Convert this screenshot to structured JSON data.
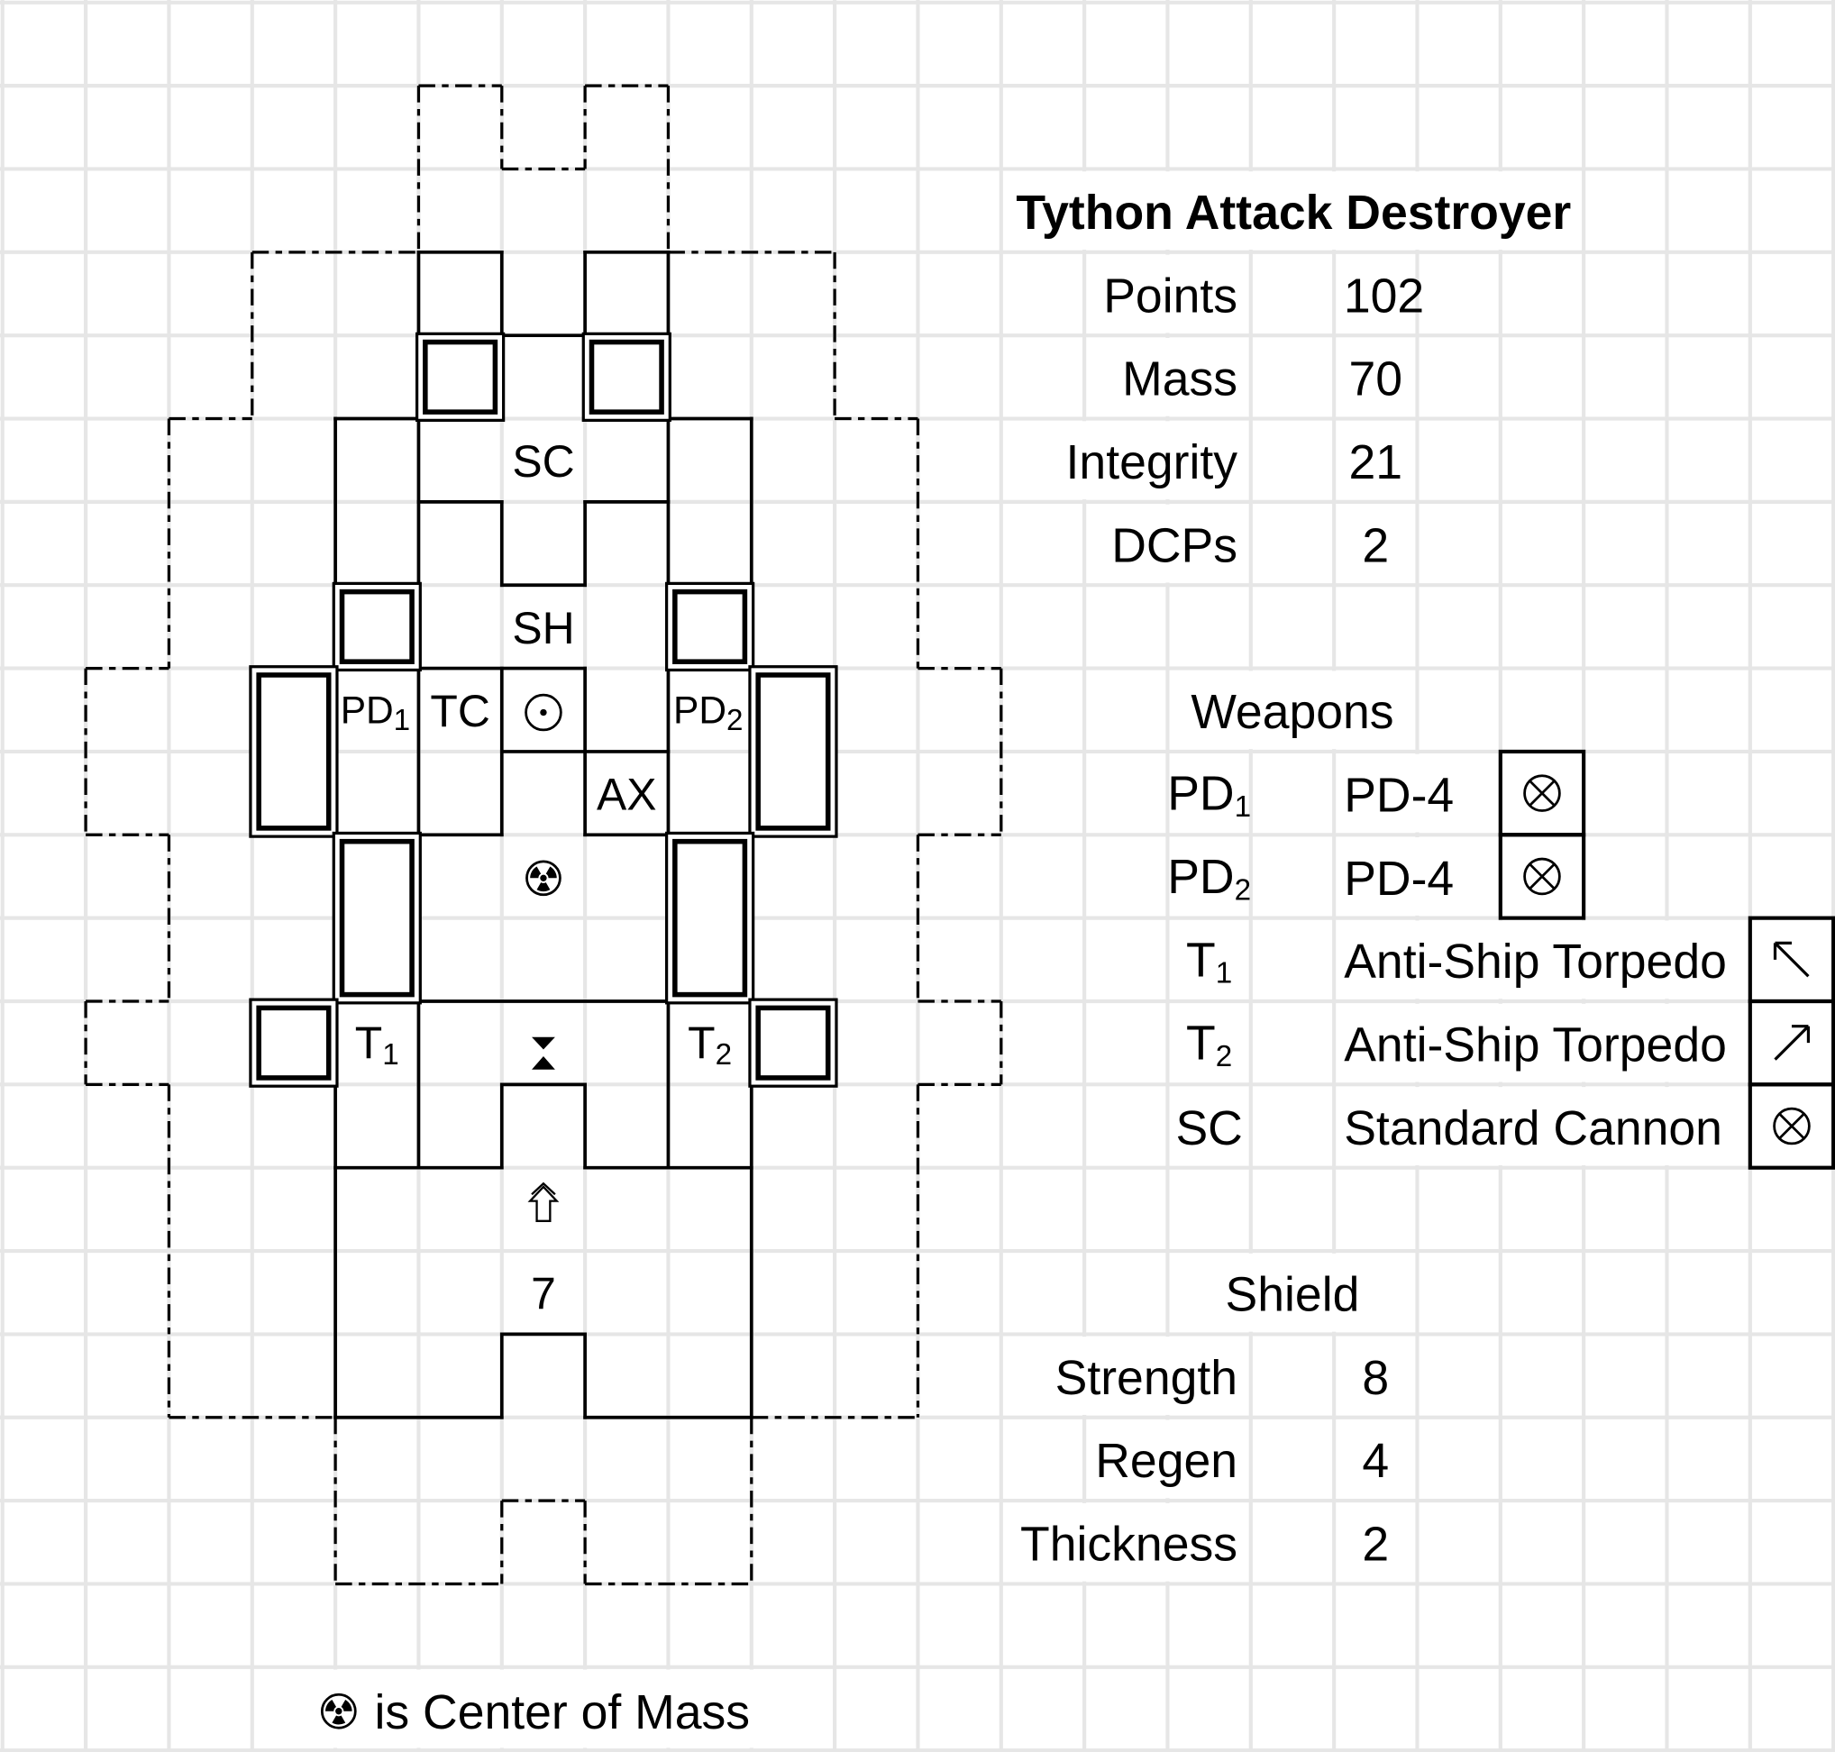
{
  "ship": {
    "name": "Tython Attack Destroyer"
  },
  "stats": [
    {
      "label": "Points",
      "value": "102"
    },
    {
      "label": "Mass",
      "value": "70"
    },
    {
      "label": "Integrity",
      "value": "21"
    },
    {
      "label": "DCPs",
      "value": "2"
    }
  ],
  "weapons_section": {
    "header": "Weapons",
    "rows": [
      {
        "id": "PD",
        "sub": "1",
        "name": "PD-4",
        "arc_icon": "circled-x-icon"
      },
      {
        "id": "PD",
        "sub": "2",
        "name": "PD-4",
        "arc_icon": "circled-x-icon"
      },
      {
        "id": "T",
        "sub": "1",
        "name": "Anti-Ship Torpedo",
        "arc_icon": "arrow-up-left-icon"
      },
      {
        "id": "T",
        "sub": "2",
        "name": "Anti-Ship Torpedo",
        "arc_icon": "arrow-up-right-icon"
      },
      {
        "id": "SC",
        "sub": "",
        "name": "Standard Cannon",
        "arc_icon": "circled-x-icon"
      }
    ]
  },
  "shield": {
    "header": "Shield",
    "rows": [
      {
        "label": "Strength",
        "value": "8"
      },
      {
        "label": "Regen",
        "value": "4"
      },
      {
        "label": "Thickness",
        "value": "2"
      }
    ]
  },
  "diagram_labels": {
    "sc": "SC",
    "sh": "SH",
    "pd1": {
      "base": "PD",
      "sub": "1"
    },
    "tc": "TC",
    "pd2": {
      "base": "PD",
      "sub": "2"
    },
    "ax": "AX",
    "t1": {
      "base": "T",
      "sub": "1"
    },
    "t2": {
      "base": "T",
      "sub": "2"
    },
    "thrust": "7"
  },
  "footer": {
    "text": "is Center of Mass"
  }
}
